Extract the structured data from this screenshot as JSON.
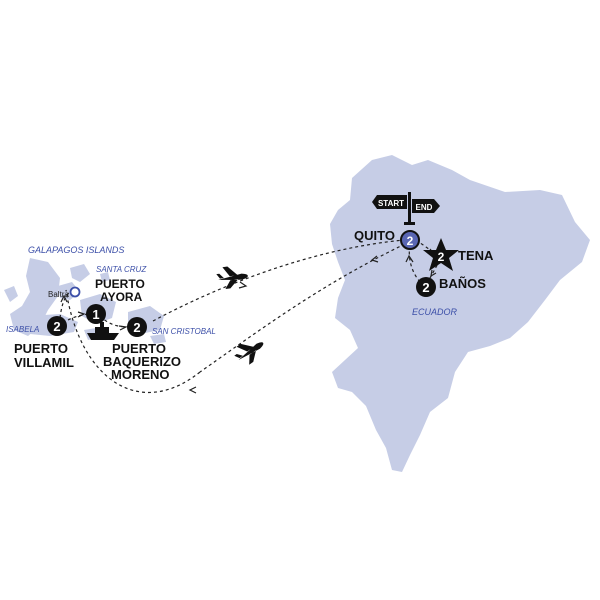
{
  "colors": {
    "land": "#c6cde6",
    "region_text": "#3c4fa8",
    "marker": "#111111",
    "route": "#222222",
    "quito_marker": "#5a67b4"
  },
  "regions": {
    "galapagos": "GALAPAGOS ISLANDS",
    "santa_cruz": "SANTA CRUZ",
    "isabela": "ISABELA",
    "san_cristobal": "SAN CRISTOBAL",
    "ecuador": "ECUADOR"
  },
  "signpost": {
    "start": "START",
    "end": "END"
  },
  "stops": {
    "quito": {
      "name": "QUITO",
      "nights": "2"
    },
    "tena": {
      "name": "TENA",
      "nights": "2"
    },
    "banos": {
      "name": "BAÑOS",
      "nights": "2"
    },
    "puerto_ayora": {
      "name_line1": "PUERTO",
      "name_line2": "AYORA",
      "nights": "1"
    },
    "puerto_villamil": {
      "name_line1": "PUERTO",
      "name_line2": "VILLAMIL",
      "nights": "2"
    },
    "puerto_baquerizo": {
      "name_line1": "PUERTO",
      "name_line2": "BAQUERIZO",
      "name_line3": "MORENO",
      "nights": "2"
    },
    "baltra": {
      "name": "Baltra"
    }
  },
  "icons": [
    "plane-icon",
    "boat-icon",
    "star-icon",
    "signpost-icon"
  ]
}
